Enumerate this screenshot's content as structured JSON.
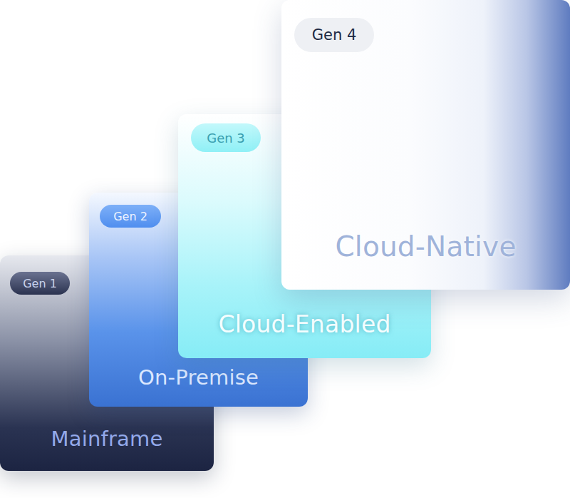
{
  "diagram": {
    "nodes": [
      {
        "text": [
          "Mainframe"
        ]
      },
      {
        "text": [
          "Gen 1"
        ],
        "in": 0
      },
      {
        "text": [
          "On-Premise"
        ]
      },
      {
        "text": [
          "Gen 2"
        ],
        "in": 2
      },
      {
        "text": [
          "Cloud-Enabled"
        ]
      },
      {
        "text": [
          "Gen 3"
        ],
        "in": 4
      },
      {
        "text": [
          "Cloud-Native"
        ]
      },
      {
        "text": [
          "Gen 4"
        ],
        "in": 6
      }
    ]
  }
}
